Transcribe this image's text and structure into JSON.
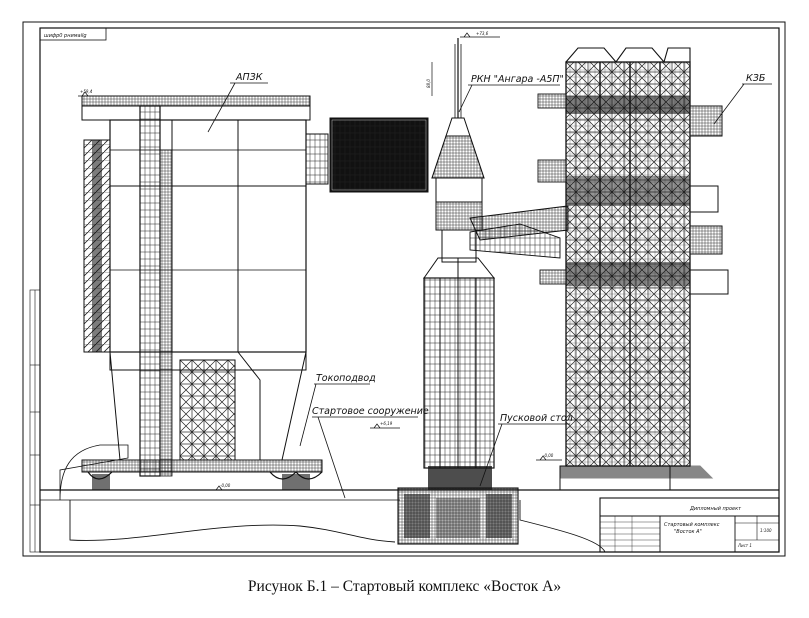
{
  "caption": "Рисунок Б.1 – Стартовый комплекс «Восток А»",
  "drawing": {
    "corner_stamp": "шифр0 рнимаilg",
    "labels": {
      "apzk": "АПЗК",
      "rocket": "РКН \"Ангара -А5П\"",
      "kzb": "КЗБ",
      "current_lead": "Токоподвод",
      "launch_structure": "Стартовое сооружение",
      "launch_table": "Пусковой стол"
    },
    "elevations": {
      "tower_top_left": "+59,4",
      "rocket_top": "+73,6",
      "rocket_dim": "88,0",
      "structure": "+6,19",
      "ground_left": "-0,00",
      "ground_right": "-0,00"
    },
    "title_block": {
      "project": "Дипломный проект",
      "name_line1": "Стартовый комплекс",
      "name_line2": "\"Восток А\"",
      "scale": "1:100",
      "sheet": "Лист 1"
    }
  },
  "colors": {
    "ink": "#111111",
    "background": "#ffffff"
  }
}
